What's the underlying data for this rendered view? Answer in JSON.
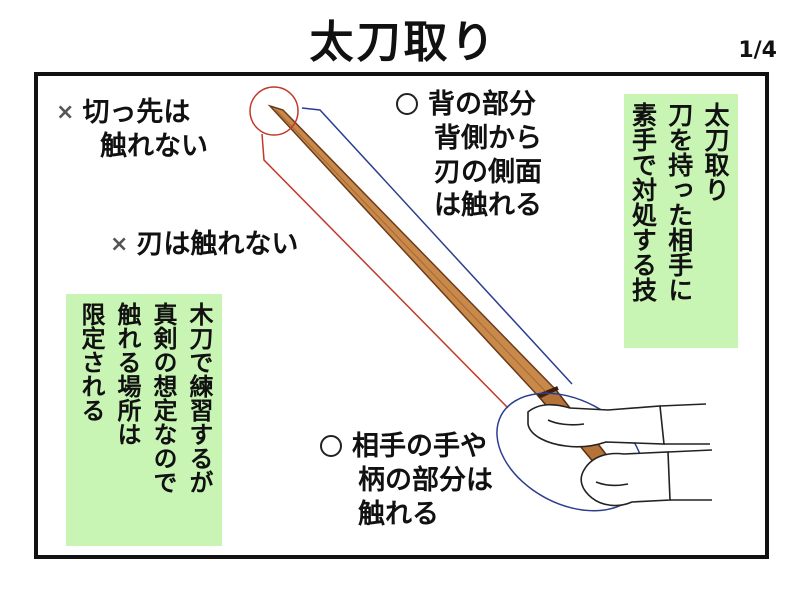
{
  "title": "太刀取り",
  "page": "1/4",
  "notes": {
    "tip": {
      "mark": "×",
      "line1": "切っ先は",
      "line2": "触れない"
    },
    "blade": {
      "mark": "×",
      "text": "刃は触れない"
    },
    "back": {
      "mark": "○",
      "line1": "背の部分",
      "line2": "背側から",
      "line3": "刃の側面",
      "line4": "は触れる"
    },
    "grip": {
      "mark": "○",
      "line1": "相手の手や",
      "line2": "柄の部分は",
      "line3": "触れる"
    }
  },
  "definition_box": {
    "col1": "太刀取り",
    "col2": "刀を持った相手に",
    "col3": "素手で対処する技"
  },
  "bokken_box": {
    "col1": "木刀で練習するが",
    "col2": "真剣の想定なので",
    "col3": "触れる場所は",
    "col4": "限定される"
  },
  "colors": {
    "highlight": "#c8f5b4",
    "sword": "#c9894a",
    "red_annotation": "#c0392b",
    "blue_annotation": "#2c3e8f",
    "frame": "#111111"
  }
}
